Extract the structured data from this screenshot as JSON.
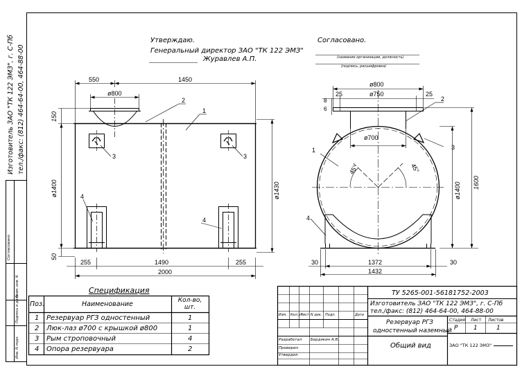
{
  "header": {
    "approve": "Утверждаю.",
    "director": "Генеральный директор ЗАО \"ТК 122 ЭМЗ\"",
    "director_name": "Журавлев А.П.",
    "agreed": "Согласовано.",
    "org_caption": "(название организации, должность)",
    "sign_caption": "(подпись, расшифровка)"
  },
  "side_stamp": {
    "manufacturer": "Изготовитель ЗАО \"ТК 122 ЭМЗ\", г. С-Пб",
    "phone": "тел./факс: (812) 464-64-00, 464-88-00",
    "agreed": "Согласовано",
    "cells": [
      "Инв. N подл.",
      "Подпись и дата",
      "Взам. инв. N"
    ]
  },
  "front_view": {
    "dims": {
      "top_left": "550",
      "top_right": "1450",
      "hatch_dia": "ø800",
      "h150": "150",
      "h1400": "ø1400",
      "h1430": "ø1430",
      "h50": "50",
      "b255_left": "255",
      "b1490": "1490",
      "b255_right": "255",
      "b2000": "2000"
    },
    "callouts": [
      "1",
      "2",
      "3",
      "3",
      "4",
      "4"
    ]
  },
  "side_view": {
    "dims": {
      "d800": "ø800",
      "d750": "ø750",
      "d25_left": "25",
      "d25_right": "25",
      "d8": "8",
      "d6": "6",
      "d700": "ø700",
      "a45_left": "45°",
      "a45_right": "45°",
      "d1400": "ø1400",
      "d1600": "1600",
      "d30_left": "30",
      "d1372": "1372",
      "d30_right": "30",
      "d1432": "1432"
    },
    "callouts": [
      "1",
      "2",
      "3",
      "4"
    ]
  },
  "spec": {
    "title": "Спецификация",
    "headers": [
      "Поз.",
      "Наименование",
      "Кол-во, шт."
    ],
    "rows": [
      {
        "pos": "1",
        "name": "Резервуар РГЗ одностенный",
        "qty": "1"
      },
      {
        "pos": "2",
        "name": "Люк-лаз ø700 с крышкой ø800",
        "qty": "1"
      },
      {
        "pos": "3",
        "name": "Рым строповочный",
        "qty": "4"
      },
      {
        "pos": "4",
        "name": "Опора резервуара",
        "qty": "2"
      }
    ]
  },
  "title_block": {
    "tu": "ТУ 5265-001-56181752-2003",
    "manufacturer": "Изготовитель ЗАО \"ТК 122 ЭМЗ\", г. С-Пб",
    "phone": "тел./факс: (812) 464-64-00, 464-88-00",
    "rev_cols": [
      "Изм.",
      "Кол.уч",
      "Лист",
      "N док.",
      "Подп.",
      "Дата"
    ],
    "product": "Резервуар РГЗ",
    "product2": "одностенный наземный",
    "stage_header": "Стадия",
    "sheet_header": "Лист",
    "sheets_header": "Листов",
    "stage": "Р",
    "sheet": "1",
    "sheets": "1",
    "view": "Общий вид",
    "company": "ЗАО \"ТК 122 ЭМЗ\"",
    "roles": [
      "Разработал",
      "Проверил",
      "Утвердил"
    ],
    "developer": "Бердякин А.В."
  }
}
